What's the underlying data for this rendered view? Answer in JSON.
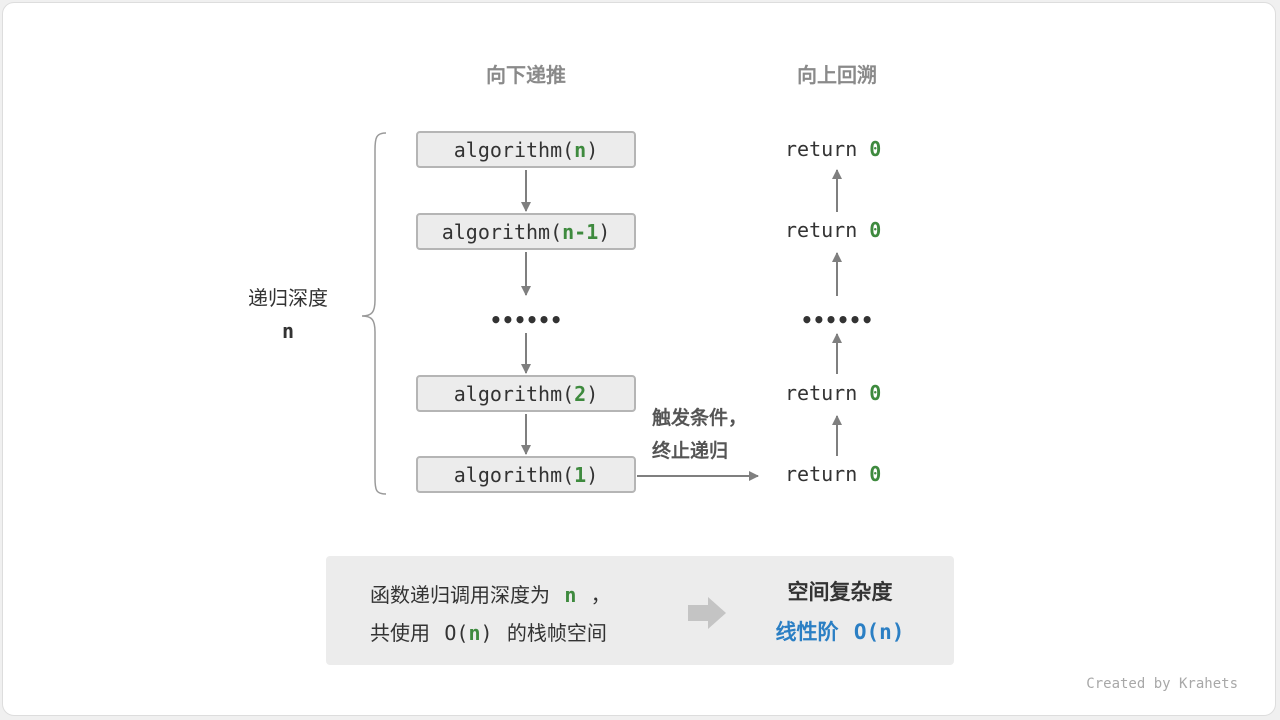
{
  "headings": {
    "down": "向下递推",
    "up": "向上回溯"
  },
  "calls": [
    {
      "prefix": "algorithm(",
      "arg": "n",
      "suffix": ")"
    },
    {
      "prefix": "algorithm(",
      "arg": "n-1",
      "suffix": ")"
    },
    {
      "prefix": "algorithm(",
      "arg": "2",
      "suffix": ")"
    },
    {
      "prefix": "algorithm(",
      "arg": "1",
      "suffix": ")"
    }
  ],
  "ellipsis": "••••••",
  "returns": {
    "keyword": "return",
    "value": "0"
  },
  "depth": {
    "label": "递归深度",
    "value": "n"
  },
  "trigger": {
    "line1": "触发条件，",
    "line2": "终止递归"
  },
  "summary": {
    "line1_before": "函数递归调用深度为",
    "line1_var": "n",
    "line1_after": "，",
    "line2_before": "共使用",
    "line2_o_open": "O(",
    "line2_var": "n",
    "line2_o_close": ")",
    "line2_after": "的栈帧空间",
    "title": "空间复杂度",
    "value_label": "线性阶",
    "value_expr": "O(n)"
  },
  "footer": "Created by Krahets",
  "colors": {
    "highlight_green": "#3e8a3e",
    "result_blue": "#2b7fc4",
    "arrow_gray": "#7f7f7f",
    "box_fill": "#ececec",
    "box_border": "#b5b5b5"
  }
}
